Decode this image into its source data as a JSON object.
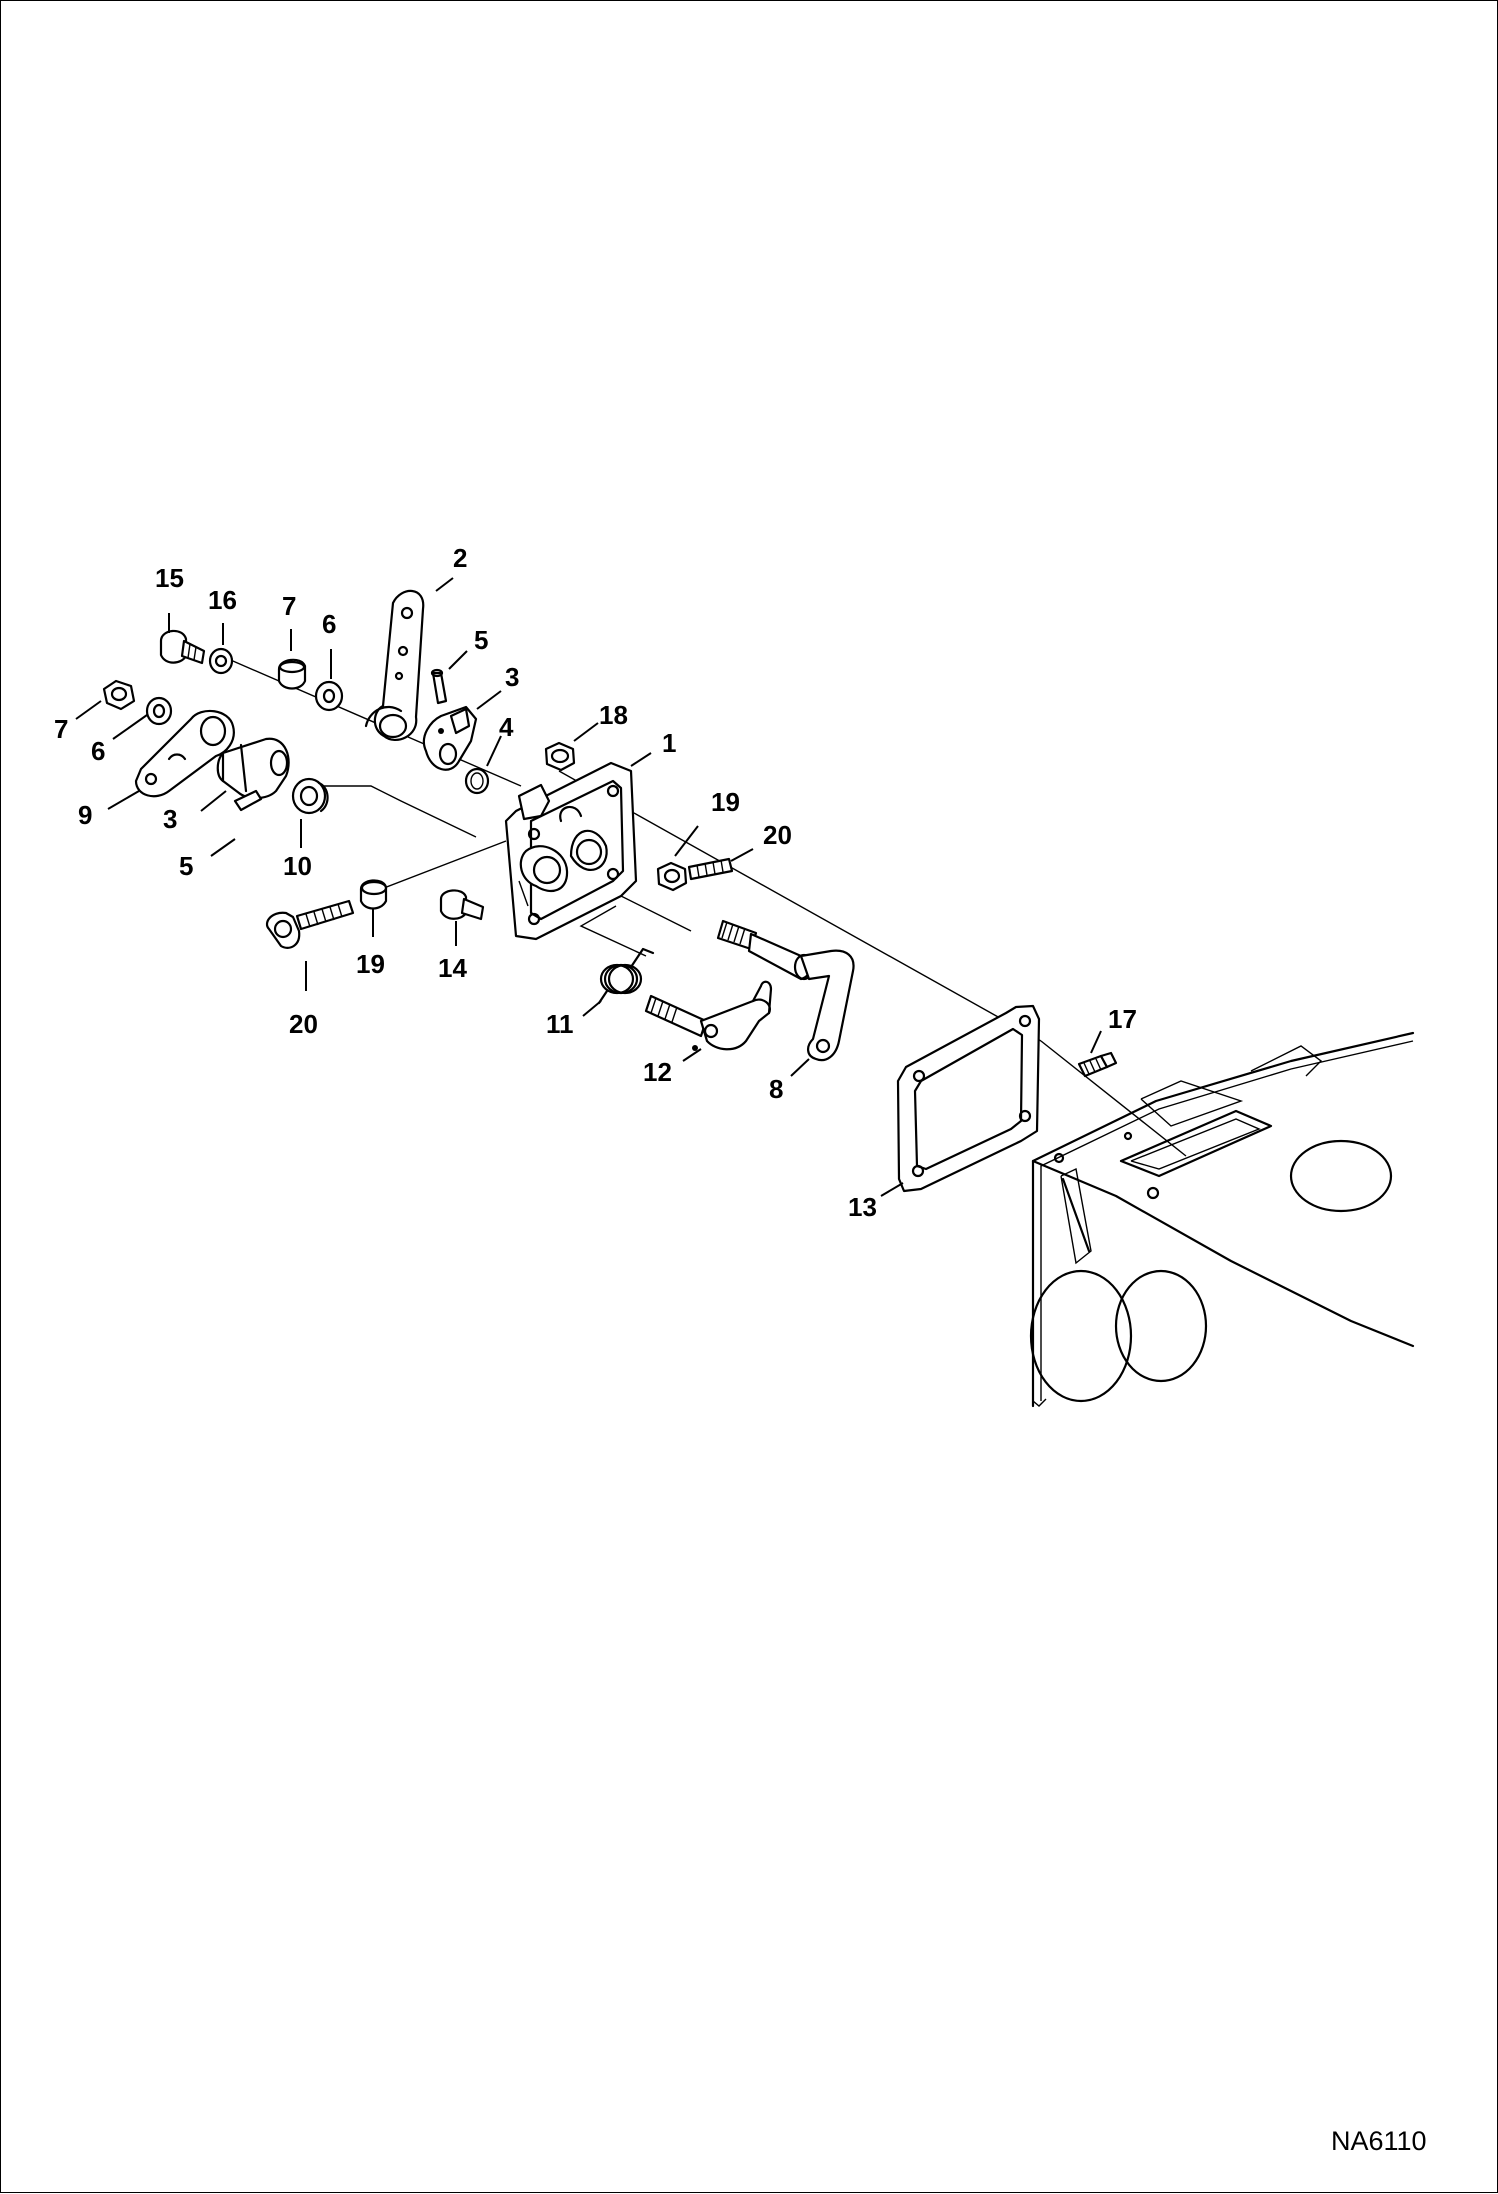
{
  "figure_id": "NA6110",
  "callouts": [
    {
      "id": "c1",
      "label": "1"
    },
    {
      "id": "c2",
      "label": "2"
    },
    {
      "id": "c3a",
      "label": "3"
    },
    {
      "id": "c3b",
      "label": "3"
    },
    {
      "id": "c4",
      "label": "4"
    },
    {
      "id": "c5a",
      "label": "5"
    },
    {
      "id": "c5b",
      "label": "5"
    },
    {
      "id": "c6a",
      "label": "6"
    },
    {
      "id": "c6b",
      "label": "6"
    },
    {
      "id": "c7a",
      "label": "7"
    },
    {
      "id": "c7b",
      "label": "7"
    },
    {
      "id": "c8",
      "label": "8"
    },
    {
      "id": "c9",
      "label": "9"
    },
    {
      "id": "c10",
      "label": "10"
    },
    {
      "id": "c11",
      "label": "11"
    },
    {
      "id": "c12",
      "label": "12"
    },
    {
      "id": "c13",
      "label": "13"
    },
    {
      "id": "c14",
      "label": "14"
    },
    {
      "id": "c15",
      "label": "15"
    },
    {
      "id": "c16",
      "label": "16"
    },
    {
      "id": "c17",
      "label": "17"
    },
    {
      "id": "c18",
      "label": "18"
    },
    {
      "id": "c19a",
      "label": "19"
    },
    {
      "id": "c19b",
      "label": "19"
    },
    {
      "id": "c20a",
      "label": "20"
    },
    {
      "id": "c20b",
      "label": "20"
    }
  ]
}
